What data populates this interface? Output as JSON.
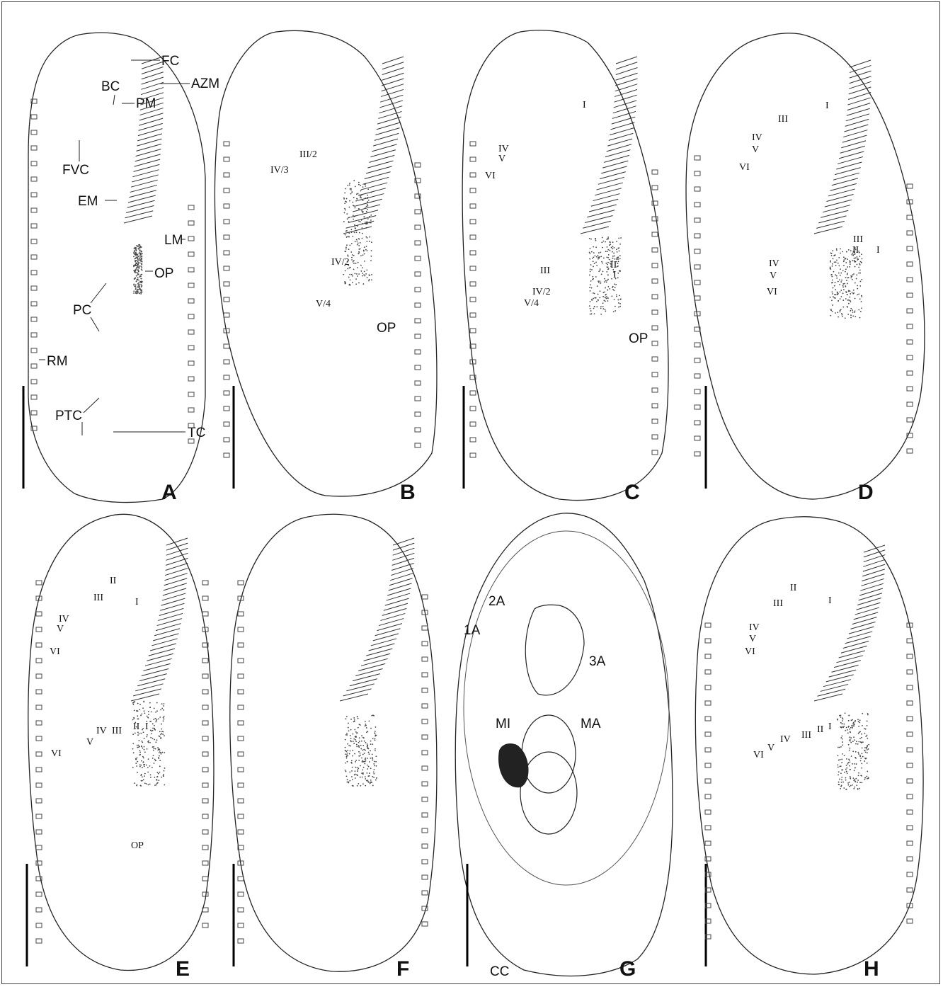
{
  "panels": [
    {
      "id": "A",
      "label": "A",
      "annotations": [
        {
          "id": "fc",
          "text": "FC"
        },
        {
          "id": "azm",
          "text": "AZM"
        },
        {
          "id": "bc",
          "text": "BC"
        },
        {
          "id": "pm",
          "text": "PM"
        },
        {
          "id": "fvc",
          "text": "FVC"
        },
        {
          "id": "em",
          "text": "EM"
        },
        {
          "id": "lm",
          "text": "LM"
        },
        {
          "id": "op",
          "text": "OP"
        },
        {
          "id": "pc",
          "text": "PC"
        },
        {
          "id": "rm",
          "text": "RM"
        },
        {
          "id": "ptc",
          "text": "PTC"
        },
        {
          "id": "tc",
          "text": "TC"
        }
      ]
    },
    {
      "id": "B",
      "label": "B",
      "annotations": [
        {
          "id": "iii2",
          "text": "III/2"
        },
        {
          "id": "iv3",
          "text": "IV/3"
        },
        {
          "id": "iv2",
          "text": "IV/2"
        },
        {
          "id": "v4",
          "text": "V/4"
        },
        {
          "id": "op",
          "text": "OP"
        }
      ]
    },
    {
      "id": "C",
      "label": "C",
      "annotations": [
        {
          "id": "i",
          "text": "I"
        },
        {
          "id": "iv",
          "text": "IV"
        },
        {
          "id": "v",
          "text": "V"
        },
        {
          "id": "vi",
          "text": "VI"
        },
        {
          "id": "ii",
          "text": "II"
        },
        {
          "id": "i2",
          "text": "I"
        },
        {
          "id": "iii",
          "text": "III"
        },
        {
          "id": "iv2",
          "text": "IV/2"
        },
        {
          "id": "v4",
          "text": "V/4"
        },
        {
          "id": "op",
          "text": "OP"
        }
      ]
    },
    {
      "id": "D",
      "label": "D",
      "annotations": [
        {
          "id": "i",
          "text": "I"
        },
        {
          "id": "iii",
          "text": "III"
        },
        {
          "id": "iv",
          "text": "IV"
        },
        {
          "id": "v",
          "text": "V"
        },
        {
          "id": "vi",
          "text": "VI"
        },
        {
          "id": "iii2",
          "text": "III"
        },
        {
          "id": "ii2",
          "text": "II"
        },
        {
          "id": "i2",
          "text": "I"
        },
        {
          "id": "iv2",
          "text": "IV"
        },
        {
          "id": "v2",
          "text": "V"
        },
        {
          "id": "vi2",
          "text": "VI"
        }
      ]
    },
    {
      "id": "E",
      "label": "E",
      "annotations": [
        {
          "id": "ii",
          "text": "II"
        },
        {
          "id": "iii",
          "text": "III"
        },
        {
          "id": "i",
          "text": "I"
        },
        {
          "id": "iv",
          "text": "IV"
        },
        {
          "id": "v",
          "text": "V"
        },
        {
          "id": "vi",
          "text": "VI"
        },
        {
          "id": "v2",
          "text": "V"
        },
        {
          "id": "iv2",
          "text": "IV"
        },
        {
          "id": "iii2",
          "text": "III"
        },
        {
          "id": "ii2",
          "text": "II"
        },
        {
          "id": "i2",
          "text": "I"
        },
        {
          "id": "vi2",
          "text": "VI"
        },
        {
          "id": "op",
          "text": "OP"
        }
      ]
    },
    {
      "id": "F",
      "label": "F",
      "annotations": []
    },
    {
      "id": "G",
      "label": "G",
      "annotations": [
        {
          "id": "a2",
          "text": "2A"
        },
        {
          "id": "a1",
          "text": "1A"
        },
        {
          "id": "a3",
          "text": "3A"
        },
        {
          "id": "mi",
          "text": "MI"
        },
        {
          "id": "ma",
          "text": "MA"
        },
        {
          "id": "cc",
          "text": "CC"
        }
      ]
    },
    {
      "id": "H",
      "label": "H",
      "annotations": [
        {
          "id": "ii",
          "text": "II"
        },
        {
          "id": "i",
          "text": "I"
        },
        {
          "id": "iii",
          "text": "III"
        },
        {
          "id": "iv",
          "text": "IV"
        },
        {
          "id": "v",
          "text": "V"
        },
        {
          "id": "vi",
          "text": "VI"
        },
        {
          "id": "iv2",
          "text": "IV"
        },
        {
          "id": "iii2",
          "text": "III"
        },
        {
          "id": "ii2",
          "text": "II"
        },
        {
          "id": "i2",
          "text": "I"
        },
        {
          "id": "vi2",
          "text": "VI"
        },
        {
          "id": "v2",
          "text": "V"
        }
      ]
    }
  ]
}
